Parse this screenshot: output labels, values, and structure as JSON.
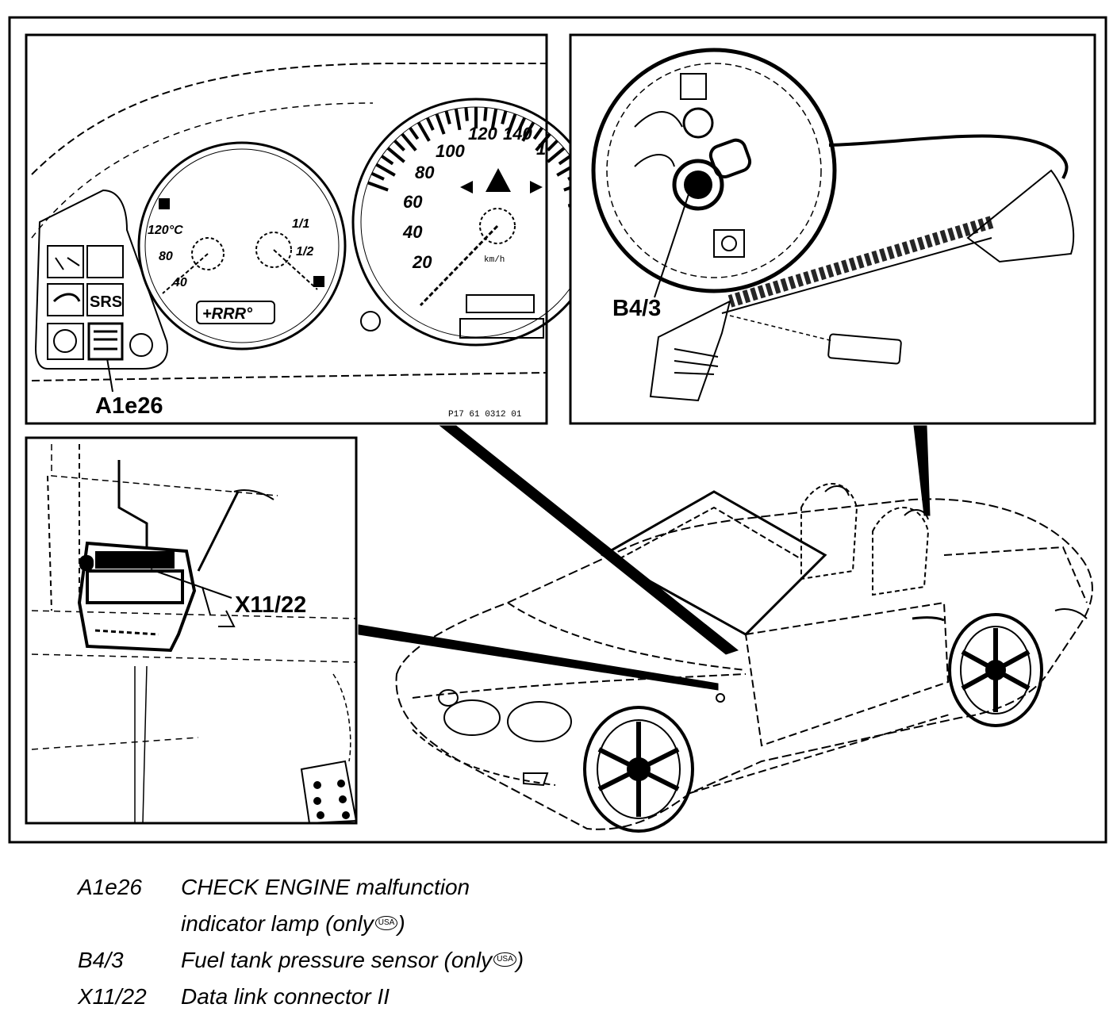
{
  "callouts": {
    "cluster": "A1e26",
    "sensor": "B4/3",
    "connector": "X11/22"
  },
  "instrument_cluster": {
    "speed_marks": [
      "20",
      "40",
      "60",
      "80",
      "100",
      "120",
      "140",
      "1"
    ],
    "temp_marks": [
      "120°C",
      "80",
      "40"
    ],
    "fuel_marks": [
      "1/1",
      "1/2"
    ],
    "lamp_label": "SRS",
    "unit_label": "km/h",
    "odometer": "+RRR°",
    "part_number": "P17 61 0312 01"
  },
  "legend": [
    {
      "code": "A1e26",
      "line1": "CHECK ENGINE malfunction",
      "line2": "indicator lamp (only",
      "badge": "USA",
      "close": ")"
    },
    {
      "code": "B4/3",
      "line1": "Fuel tank pressure sensor (only",
      "badge": "USA",
      "close": ")"
    },
    {
      "code": "X11/22",
      "line1": "Data link connector II"
    }
  ]
}
